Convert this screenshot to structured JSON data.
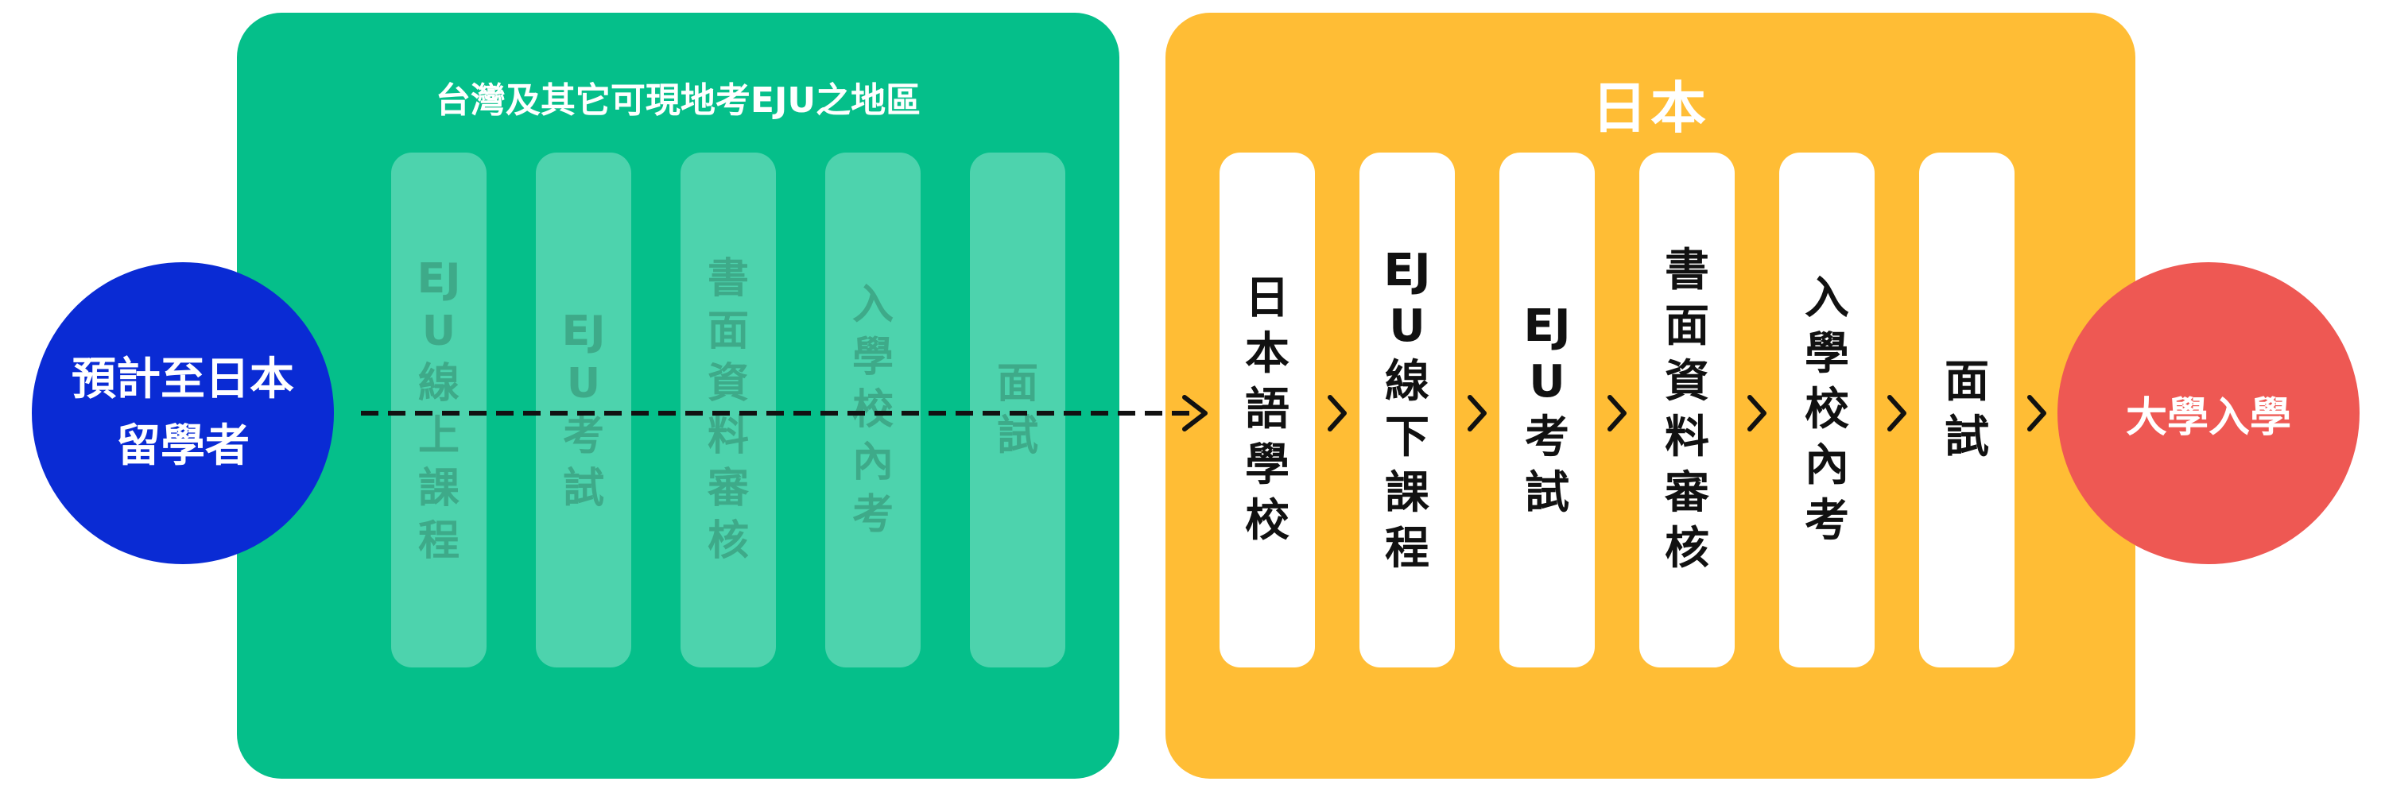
{
  "start": {
    "label": "預計至日本留學者",
    "color": "#0A2BD4"
  },
  "end": {
    "label": "大學入學",
    "color": "#EE5853"
  },
  "taiwan_panel": {
    "title": "台灣及其它可現地考EJU之地區",
    "color": "#05BF8A",
    "steps": [
      {
        "label": "EJU線上課程"
      },
      {
        "label": "EJU考試"
      },
      {
        "label": "書面資料審核"
      },
      {
        "label": "入學校內考"
      },
      {
        "label": "面試"
      }
    ]
  },
  "japan_panel": {
    "title": "日本",
    "color": "#FFBD35",
    "steps": [
      {
        "label": "日本語學校"
      },
      {
        "label": "EJU線下課程"
      },
      {
        "label": "EJU考試"
      },
      {
        "label": "書面資料審核"
      },
      {
        "label": "入學校內考"
      },
      {
        "label": "面試"
      }
    ]
  }
}
